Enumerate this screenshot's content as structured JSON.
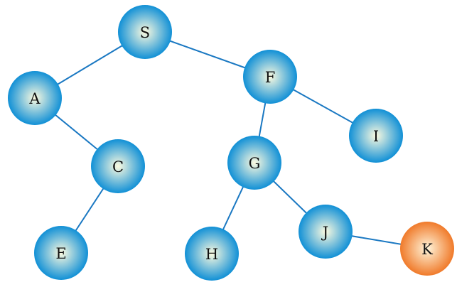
{
  "graph": {
    "nodes": [
      {
        "id": "S",
        "label": "S",
        "style": "normal"
      },
      {
        "id": "A",
        "label": "A",
        "style": "normal"
      },
      {
        "id": "F",
        "label": "F",
        "style": "normal"
      },
      {
        "id": "C",
        "label": "C",
        "style": "normal"
      },
      {
        "id": "G",
        "label": "G",
        "style": "normal"
      },
      {
        "id": "I",
        "label": "I",
        "style": "normal"
      },
      {
        "id": "E",
        "label": "E",
        "style": "normal"
      },
      {
        "id": "H",
        "label": "H",
        "style": "normal"
      },
      {
        "id": "J",
        "label": "J",
        "style": "normal"
      },
      {
        "id": "K",
        "label": "K",
        "style": "highlight"
      }
    ],
    "edges": [
      [
        "S",
        "A"
      ],
      [
        "S",
        "F"
      ],
      [
        "A",
        "C"
      ],
      [
        "C",
        "E"
      ],
      [
        "F",
        "G"
      ],
      [
        "F",
        "I"
      ],
      [
        "G",
        "H"
      ],
      [
        "G",
        "J"
      ],
      [
        "J",
        "K"
      ]
    ],
    "colors": {
      "edge": "#1a78c2",
      "normal_outer": "#1190d6",
      "normal_inner": "#fdfbe0",
      "highlight_outer": "#f07a2a",
      "highlight_inner": "#fff6dc"
    }
  }
}
